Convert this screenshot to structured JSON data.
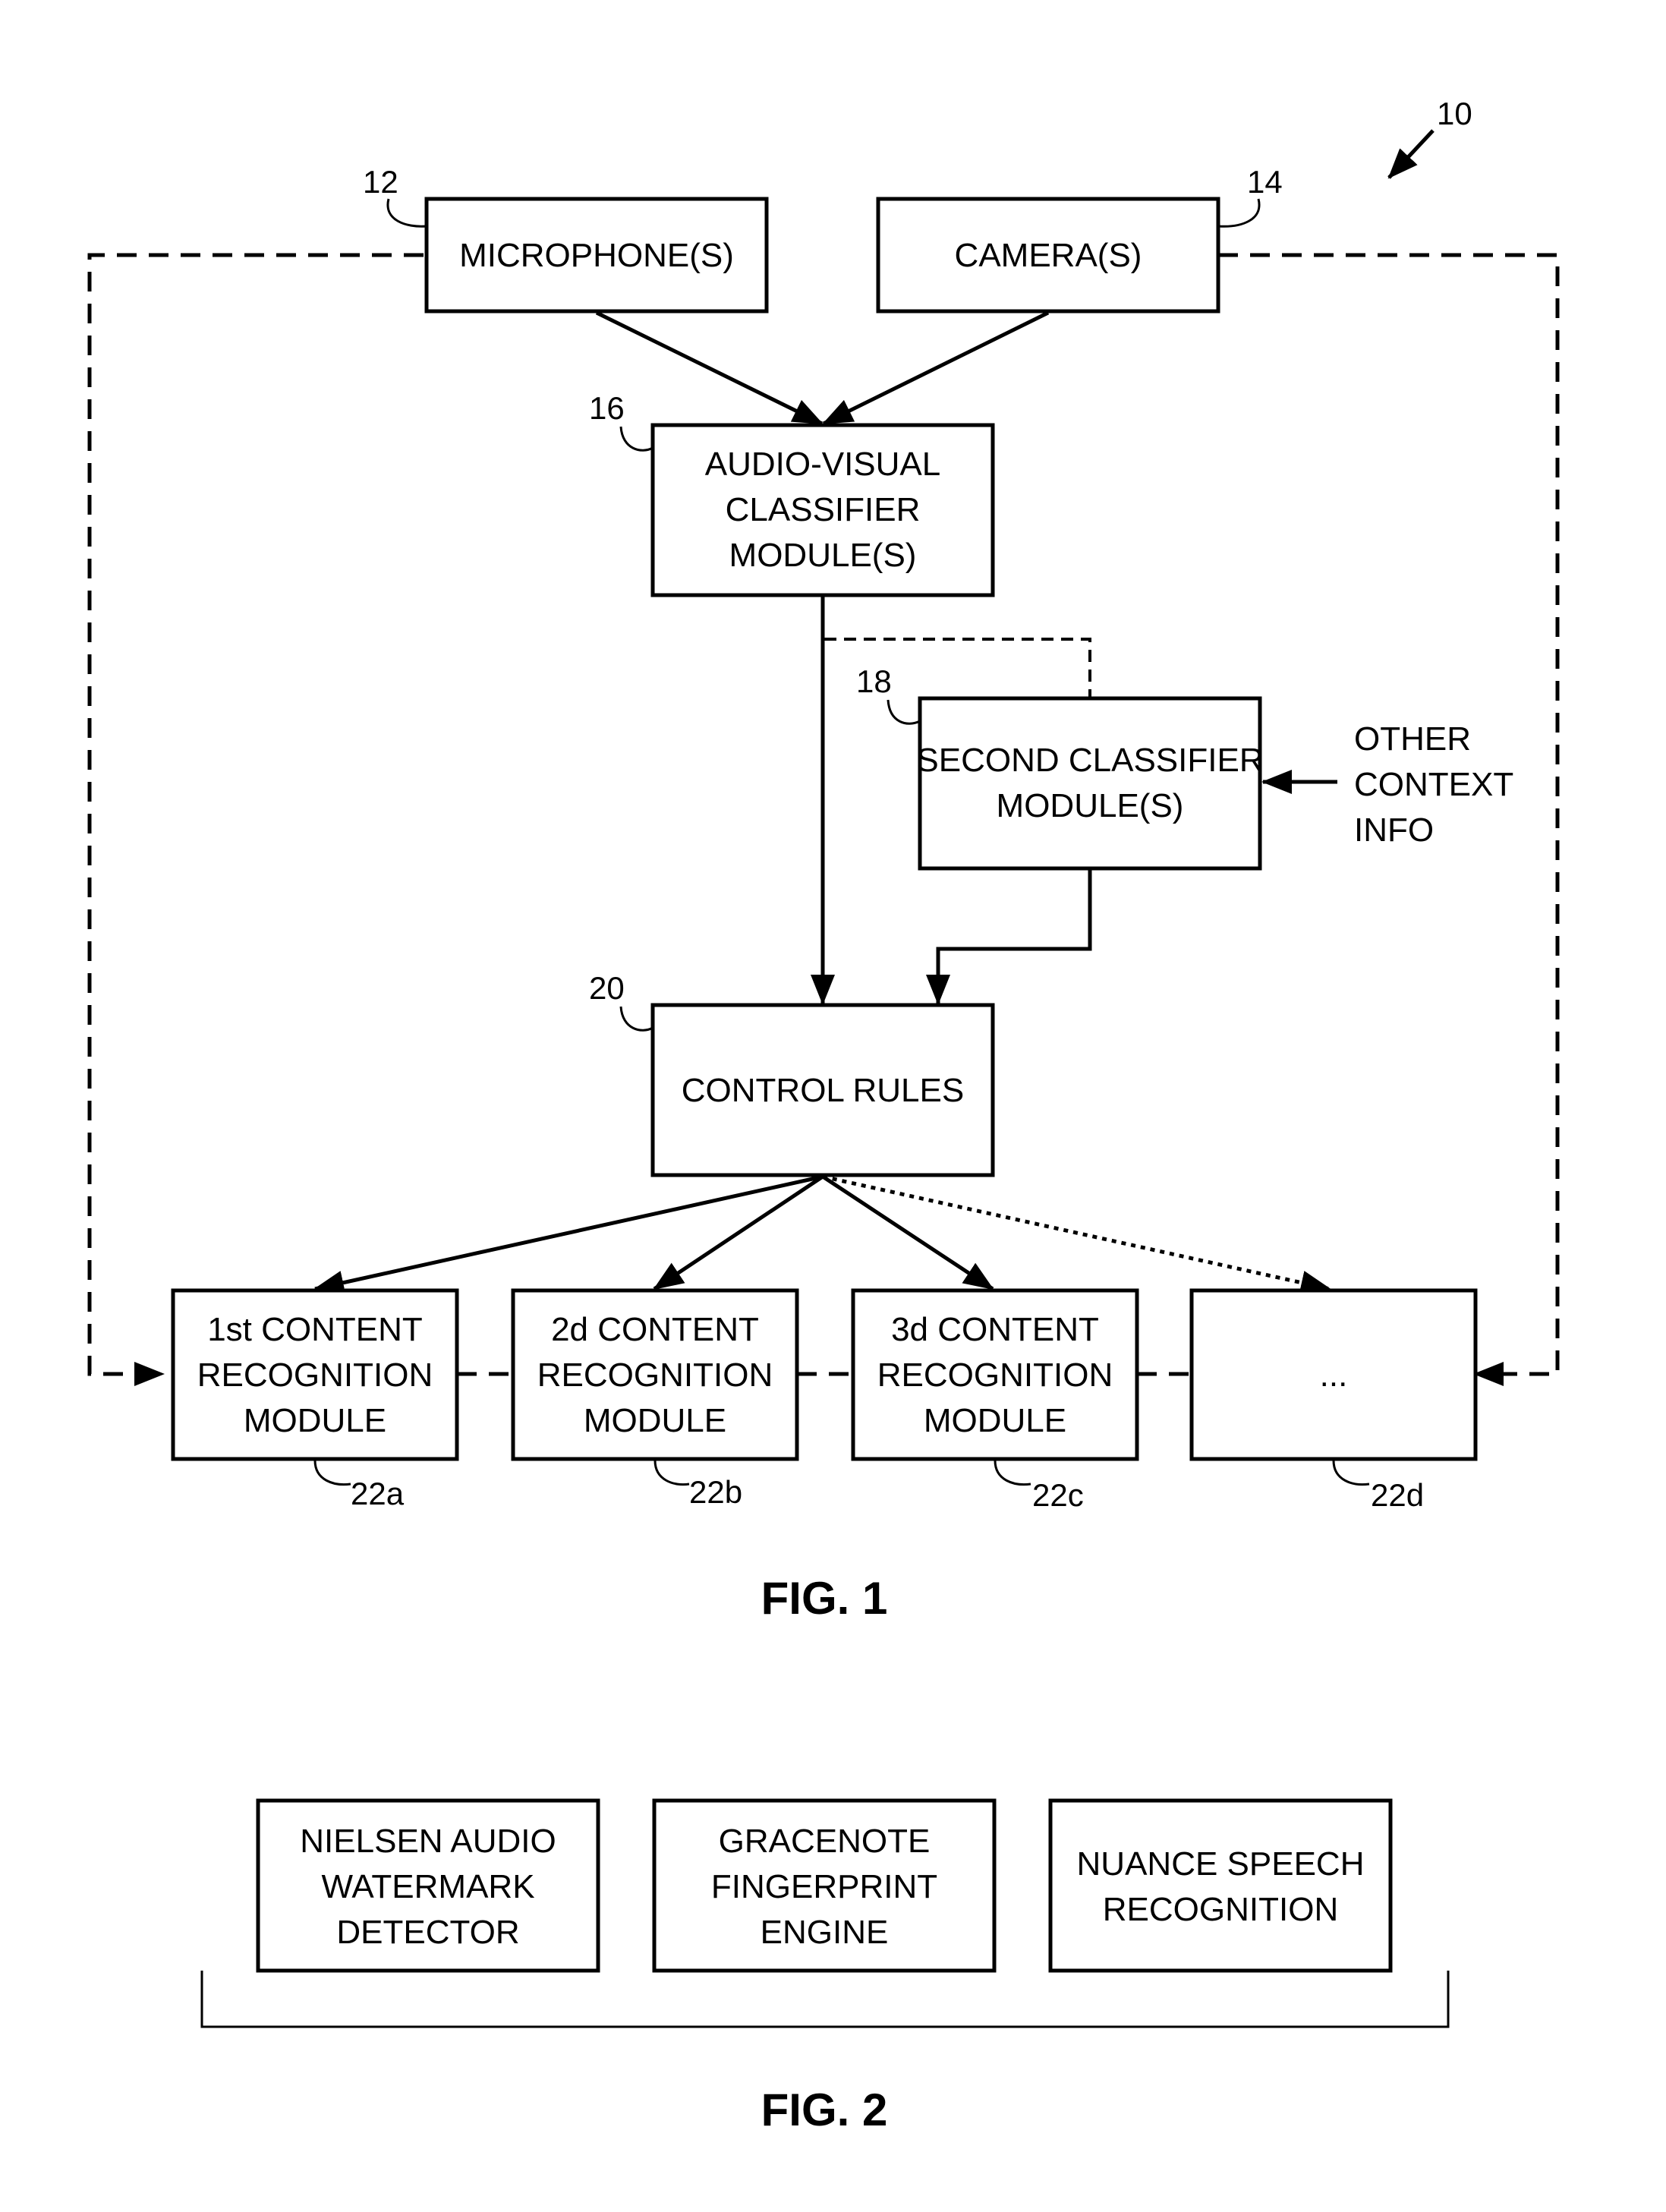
{
  "fig1": {
    "caption": "FIG. 1",
    "system_ref": "10",
    "microphone": {
      "ref": "12",
      "lines": [
        "MICROPHONE(S)"
      ]
    },
    "camera": {
      "ref": "14",
      "lines": [
        "CAMERA(S)"
      ]
    },
    "av_classifier": {
      "ref": "16",
      "lines": [
        "AUDIO-VISUAL",
        "CLASSIFIER",
        "MODULE(S)"
      ]
    },
    "second_classifier": {
      "ref": "18",
      "lines": [
        "SECOND CLASSIFIER",
        "MODULE(S)"
      ]
    },
    "other_context": {
      "lines": [
        "OTHER",
        "CONTEXT",
        "INFO"
      ]
    },
    "control_rules": {
      "ref": "20",
      "lines": [
        "CONTROL RULES"
      ]
    },
    "modules": [
      {
        "ref": "22a",
        "lines": [
          "1st CONTENT",
          "RECOGNITION",
          "MODULE"
        ]
      },
      {
        "ref": "22b",
        "lines": [
          "2d CONTENT",
          "RECOGNITION",
          "MODULE"
        ]
      },
      {
        "ref": "22c",
        "lines": [
          "3d CONTENT",
          "RECOGNITION",
          "MODULE"
        ]
      },
      {
        "ref": "22d",
        "lines": [
          "..."
        ]
      }
    ]
  },
  "fig2": {
    "caption": "FIG. 2",
    "boxes": [
      {
        "lines": [
          "NIELSEN AUDIO",
          "WATERMARK",
          "DETECTOR"
        ]
      },
      {
        "lines": [
          "GRACENOTE",
          "FINGERPRINT",
          "ENGINE"
        ]
      },
      {
        "lines": [
          "NUANCE SPEECH",
          "RECOGNITION"
        ]
      }
    ]
  }
}
